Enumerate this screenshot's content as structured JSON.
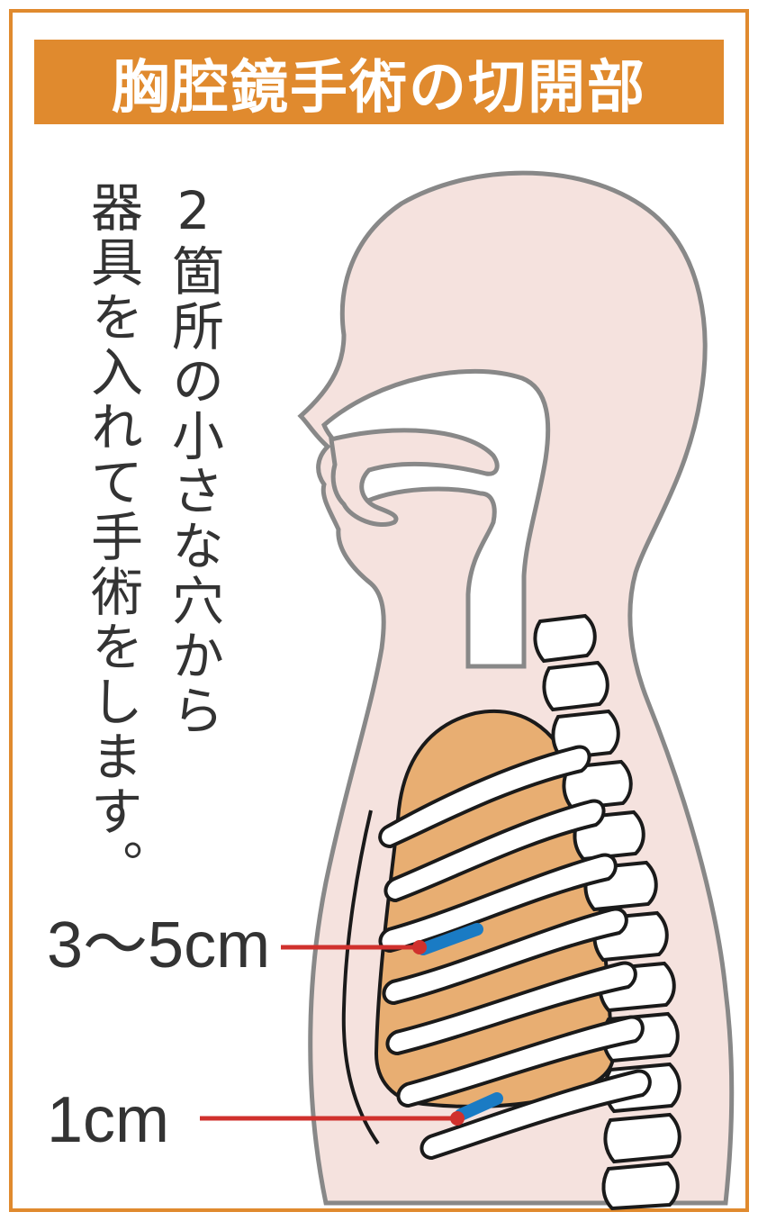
{
  "title": "胸腔鏡手術の切開部",
  "description": {
    "line1": "2箇所の小さな穴から",
    "line2": "器具を入れて手術をします。"
  },
  "labels": [
    {
      "text": "3〜5cm"
    },
    {
      "text": "1cm"
    }
  ],
  "colors": {
    "frame": "#E08A2E",
    "title_bg": "#E08A2E",
    "body": "#F5E2DE",
    "lung": "#E8AE72",
    "bone": "#FFFFFF",
    "outline": "#888888",
    "bone_outline": "#1A1A1A",
    "incision": "#1A7BC4",
    "pointer": "#D0312D"
  }
}
